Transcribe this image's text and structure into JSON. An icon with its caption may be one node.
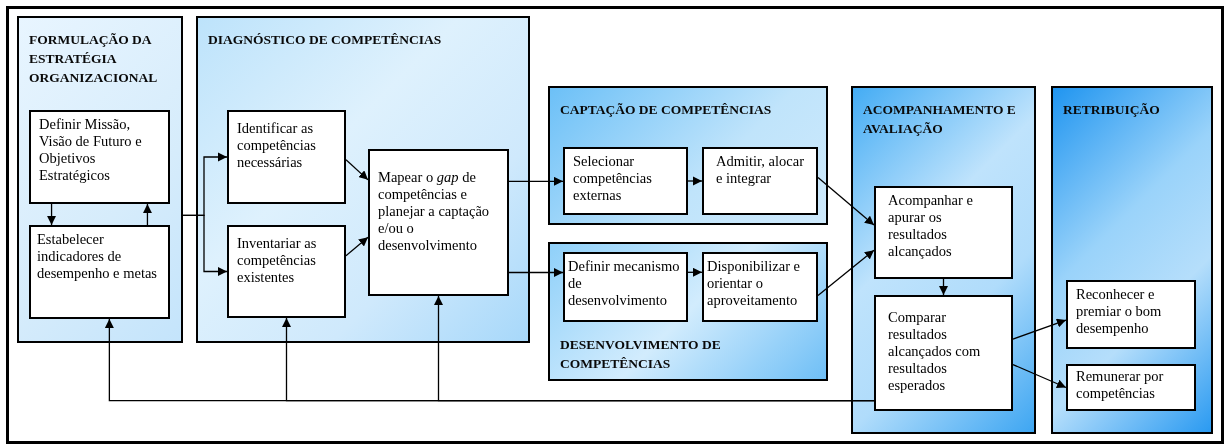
{
  "diagram": {
    "nodes": [
      {
        "text": [
          "FORMULAÇÃO DA ESTRATÉGIA ORGANIZACIONAL"
        ]
      },
      {
        "text": [
          "Definir Missão, Visão de Futuro e Objetivos Estratégicos"
        ],
        "in": 0
      },
      {
        "text": [
          "Estabelecer indicadores de desempenho e metas"
        ],
        "in": 0
      },
      {
        "text": [
          "DIAGNÓSTICO DE COMPETÊNCIAS"
        ]
      },
      {
        "text": [
          "Identificar as competências necessárias"
        ],
        "in": 3
      },
      {
        "text": [
          "Inventariar as competências existentes"
        ],
        "in": 3
      },
      {
        "text": [
          "Mapear o *gap* de competências e planejar a captação e/ou o desenvolvimento"
        ],
        "in": 3
      },
      {
        "text": [
          "CAPTAÇÃO DE COMPETÊNCIAS"
        ]
      },
      {
        "text": [
          "Selecionar competências externas"
        ],
        "in": 7
      },
      {
        "text": [
          "Admitir, alocar e integrar"
        ],
        "in": 7
      },
      {
        "text": [
          "DESENVOLVIMENTO DE COMPETÊNCIAS"
        ]
      },
      {
        "text": [
          "Definir mecanismo de desenvolvimento"
        ],
        "in": 10
      },
      {
        "text": [
          "Disponibilizar e orientar o aproveitamento"
        ],
        "in": 10
      },
      {
        "text": [
          "ACOMPANHAMENTO E AVALIAÇÃO"
        ]
      },
      {
        "text": [
          "Acompanhar e apurar os resultados alcançados"
        ],
        "in": 13
      },
      {
        "text": [
          "Comparar resultados alcançados com resultados esperados"
        ],
        "in": 13
      },
      {
        "text": [
          "RETRIBUIÇÃO"
        ]
      },
      {
        "text": [
          "Reconhecer e premiar o bom desempenho"
        ],
        "in": 16
      },
      {
        "text": [
          "Remunerar por competências"
        ],
        "in": 16
      }
    ],
    "edges": [
      {
        "from": 1,
        "to": 2,
        "arrow": "to"
      },
      {
        "from": 2,
        "to": 1,
        "arrow": "to"
      },
      {
        "from": 0,
        "to": 4,
        "arrow": "to"
      },
      {
        "from": 0,
        "to": 5,
        "arrow": "to"
      },
      {
        "from": 4,
        "to": 6,
        "arrow": "to"
      },
      {
        "from": 5,
        "to": 6,
        "arrow": "to"
      },
      {
        "from": 6,
        "to": 8,
        "arrow": "to"
      },
      {
        "from": 6,
        "to": 11,
        "arrow": "to"
      },
      {
        "from": 8,
        "to": 9,
        "arrow": "to"
      },
      {
        "from": 11,
        "to": 12,
        "arrow": "to"
      },
      {
        "from": 9,
        "to": 14,
        "arrow": "to"
      },
      {
        "from": 12,
        "to": 14,
        "arrow": "to"
      },
      {
        "from": 14,
        "to": 15,
        "arrow": "to"
      },
      {
        "from": 15,
        "to": 17,
        "arrow": "to"
      },
      {
        "from": 15,
        "to": 18,
        "arrow": "to"
      },
      {
        "from": 15,
        "to": 2,
        "arrow": "to"
      },
      {
        "from": 15,
        "to": 5,
        "arrow": "to"
      },
      {
        "from": 15,
        "to": 6,
        "arrow": "to"
      }
    ]
  }
}
